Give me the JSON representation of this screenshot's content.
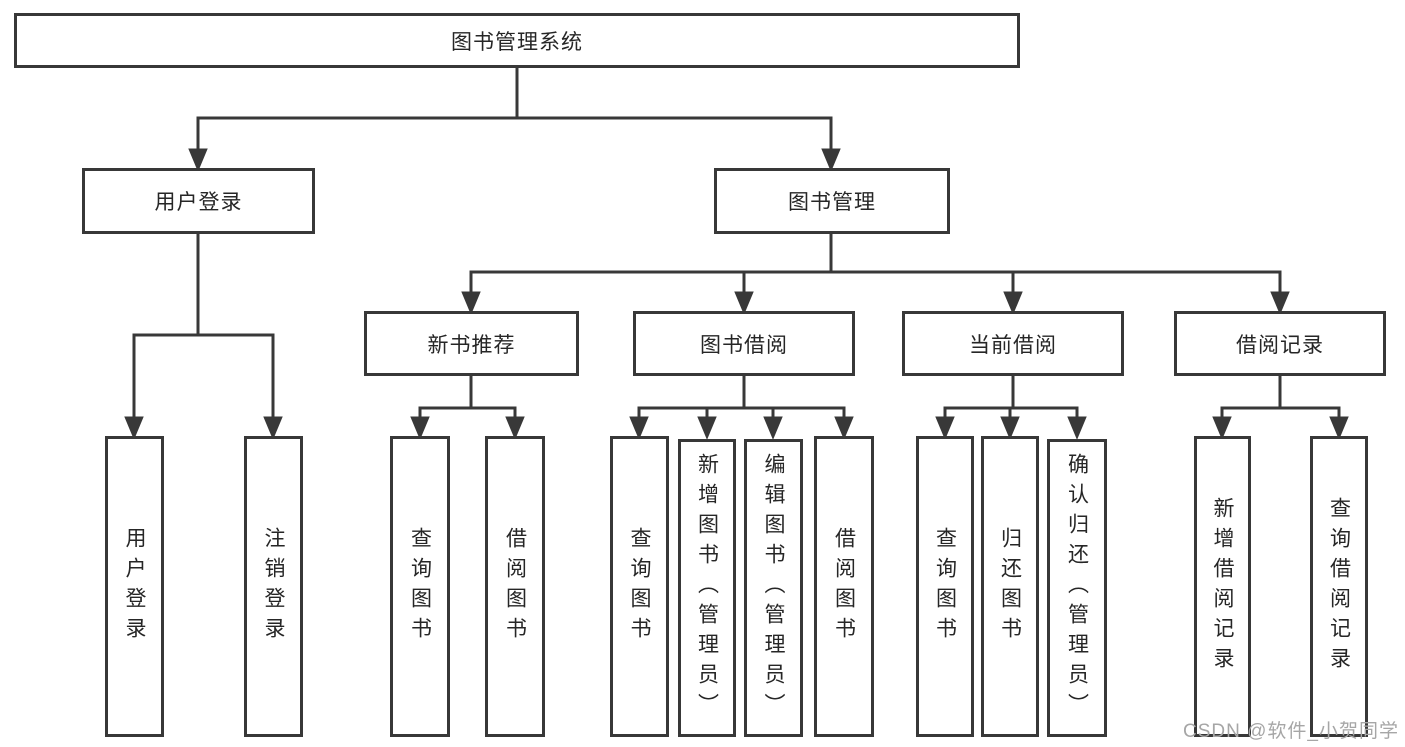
{
  "colors": {
    "line": "#383838",
    "text": "#262626",
    "box_bg": "#ffffff",
    "page_bg": "#ffffff",
    "watermark": "#a6a6a6"
  },
  "watermark": {
    "text": "CSDN @软件_小贺同学"
  },
  "tree": {
    "root": {
      "label": "图书管理系统",
      "children": [
        {
          "label": "用户登录",
          "children": [
            {
              "label": "用户登录"
            },
            {
              "label": "注销登录"
            }
          ]
        },
        {
          "label": "图书管理",
          "children": [
            {
              "label": "新书推荐",
              "children": [
                {
                  "label": "查询图书"
                },
                {
                  "label": "借阅图书"
                }
              ]
            },
            {
              "label": "图书借阅",
              "children": [
                {
                  "label": "查询图书"
                },
                {
                  "label": "新增图书（管理员）"
                },
                {
                  "label": "编辑图书（管理员）"
                },
                {
                  "label": "借阅图书"
                }
              ]
            },
            {
              "label": "当前借阅",
              "children": [
                {
                  "label": "查询图书"
                },
                {
                  "label": "归还图书"
                },
                {
                  "label": "确认归还（管理员）"
                }
              ]
            },
            {
              "label": "借阅记录",
              "children": [
                {
                  "label": "新增借阅记录"
                },
                {
                  "label": "查询借阅记录"
                }
              ]
            }
          ]
        }
      ]
    }
  }
}
